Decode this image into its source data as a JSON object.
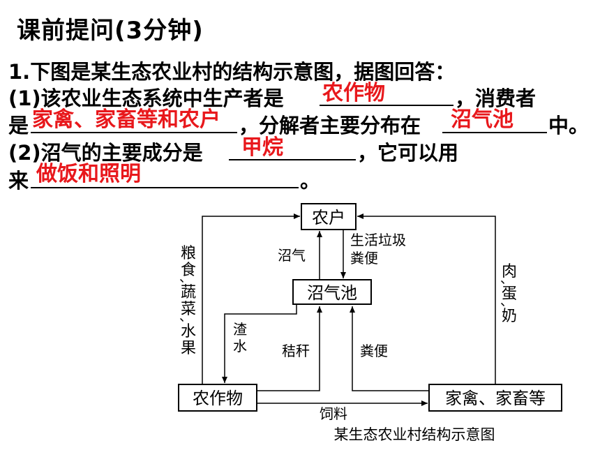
{
  "header": {
    "title": "课前提问(3分钟)"
  },
  "question": {
    "line1": "1.下图是某生态农业村的结构示意图，据图回答：",
    "line2_prefix": "(1)该农业生态系统中生产者是",
    "line2_suffix": "，消费者",
    "line3_prefix": "是",
    "line3_middle": "，分解者主要分布在",
    "line3_suffix": "中。",
    "line4_prefix": "(2)沼气的主要成分是",
    "line4_suffix": "，它可以用",
    "line5_prefix": "来",
    "line5_suffix": "。"
  },
  "answers": {
    "producer": "农作物",
    "consumer": "家禽、家畜等和农户",
    "decomposer_location": "沼气池",
    "main_component": "甲烷",
    "use": "做饭和照明"
  },
  "diagram": {
    "caption": "某生态农业村结构示意图",
    "nodes": {
      "farmer": "农户",
      "biogas_pit": "沼气池",
      "crops": "农作物",
      "livestock": "家禽、家畜等"
    },
    "labels": {
      "grain": [
        "粮",
        "食",
        "、",
        "蔬",
        "菜",
        "、",
        "水",
        "果"
      ],
      "meat": [
        "肉",
        "、",
        "蛋",
        "、",
        "奶"
      ],
      "biogas": "沼气",
      "waste1": "生活垃圾",
      "waste2": "粪便",
      "residue": [
        "渣",
        "水"
      ],
      "straw": "秸秆",
      "manure": "粪便",
      "feed": "饲料"
    }
  }
}
